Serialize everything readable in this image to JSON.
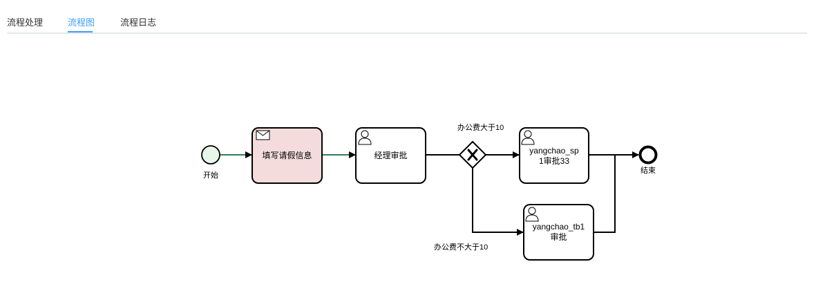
{
  "tabs": [
    {
      "label": "流程处理",
      "active": false
    },
    {
      "label": "流程图",
      "active": true
    },
    {
      "label": "流程日志",
      "active": false
    }
  ],
  "colors": {
    "accent": "#409eff",
    "completed_flow": "#2e7d5b",
    "current_task_fill": "#f4dcdc",
    "start_fill": "#e8f5e9"
  },
  "diagram": {
    "start_event": {
      "label": "开始"
    },
    "end_event": {
      "label": "结束"
    },
    "task_fill_form": {
      "label": "填写请假信息",
      "icon": "envelope-icon"
    },
    "task_manager": {
      "label": "经理审批",
      "icon": "user-icon"
    },
    "task_sp": {
      "label_line1": "yangchao_sp",
      "label_line2": "1审批33",
      "icon": "user-icon"
    },
    "task_tb": {
      "label_line1": "yangchao_tb1",
      "label_line2": "审批",
      "icon": "user-icon"
    },
    "gateway": {
      "type": "exclusive",
      "icon": "x-icon"
    },
    "flow_gt10": {
      "label": "办公费大于10"
    },
    "flow_le10": {
      "label": "办公费不大于10"
    }
  }
}
